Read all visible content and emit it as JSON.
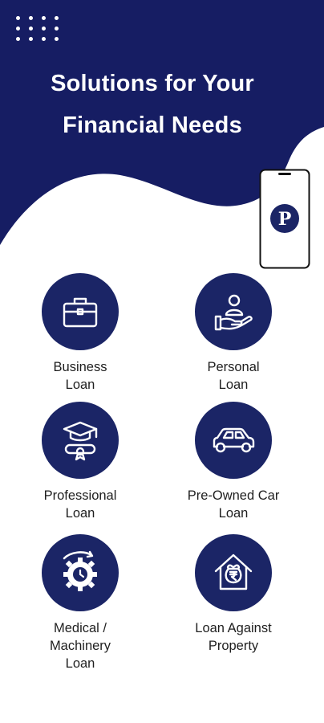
{
  "header": {
    "title": "Solutions for Your\nFinancial Needs",
    "menu_icon": "dot-grid-icon",
    "phone_badge": "P"
  },
  "colors": {
    "primary": "#161d63",
    "icon_circle": "#1b2566",
    "text": "#1f1f1f",
    "background": "#ffffff"
  },
  "loans": [
    {
      "label": "Business\nLoan",
      "icon": "briefcase-icon"
    },
    {
      "label": "Personal\nLoan",
      "icon": "hand-person-icon"
    },
    {
      "label": "Professional\nLoan",
      "icon": "graduation-certificate-icon"
    },
    {
      "label": "Pre-Owned Car\nLoan",
      "icon": "car-icon"
    },
    {
      "label": "Medical /\nMachinery\nLoan",
      "icon": "gear-clock-icon"
    },
    {
      "label": "Loan Against\nProperty",
      "icon": "house-rupee-icon"
    }
  ]
}
